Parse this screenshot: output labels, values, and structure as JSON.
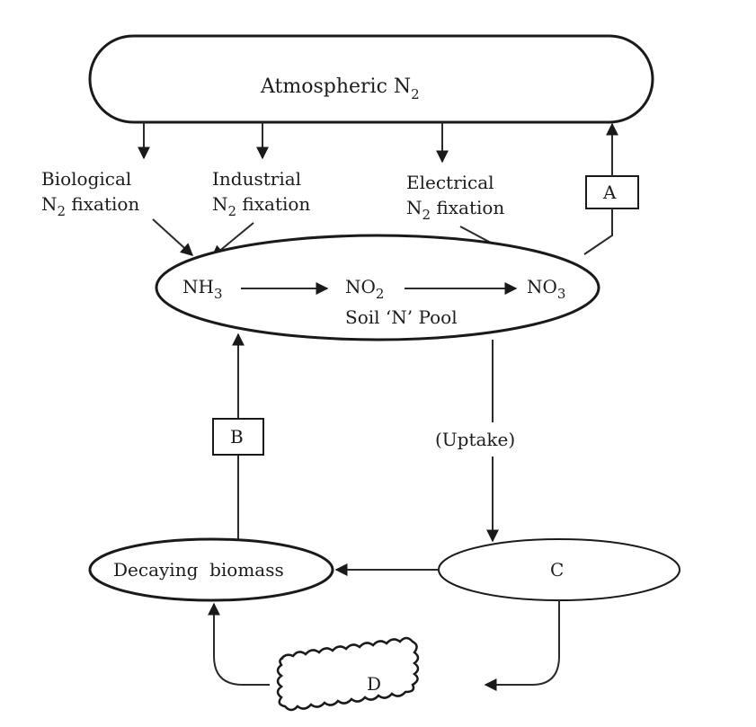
{
  "atmosphere": {
    "text": "Atmospheric N",
    "sub": "2"
  },
  "fixation": {
    "biological": {
      "line1": "Biological",
      "line2_sub": "2",
      "line2_rest": " fixation"
    },
    "industrial": {
      "line1": "Industrial",
      "line2_sub": "2",
      "line2_rest": " fixation"
    },
    "electrical": {
      "line1": "Electrical",
      "line2_sub": "2",
      "line2_rest": " fixation"
    }
  },
  "soil_pool": {
    "nh3": {
      "text": "NH",
      "sub": "3"
    },
    "no2": {
      "text": "NO",
      "sub": "2"
    },
    "no3": {
      "text": "NO",
      "sub": "3"
    },
    "name": "Soil ‘N’ Pool"
  },
  "boxes": {
    "a": "A",
    "b": "B",
    "c": "C",
    "d": "D"
  },
  "uptake": "(Uptake)",
  "decaying_biomass": "Decaying  biomass"
}
